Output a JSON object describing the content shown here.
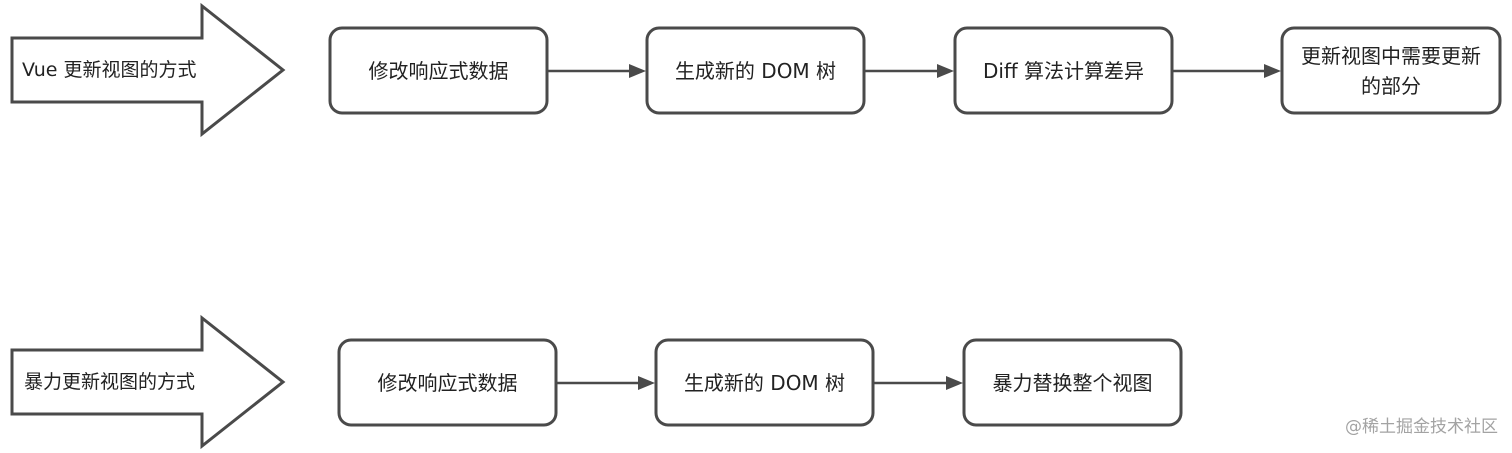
{
  "rows": [
    {
      "label": "Vue 更新视图的方式",
      "steps": [
        "修改响应式数据",
        "生成新的 DOM 树",
        "Diff 算法计算差异",
        "更新视图中需要更新的部分"
      ]
    },
    {
      "label": "暴力更新视图的方式",
      "steps": [
        "修改响应式数据",
        "生成新的 DOM 树",
        "暴力替换整个视图"
      ]
    }
  ],
  "watermark": "@稀土掘金技术社区",
  "colors": {
    "stroke": "#4a4a4a",
    "text": "#222222",
    "watermark": "#a3a3a3",
    "background": "#ffffff"
  }
}
